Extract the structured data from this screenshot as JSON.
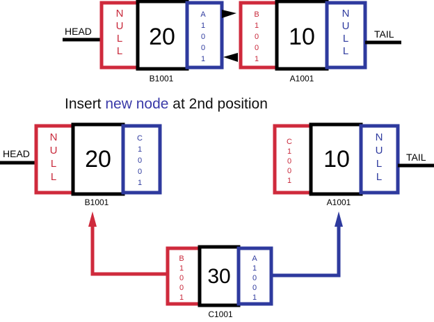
{
  "top_row": {
    "head_label": "HEAD",
    "tail_label": "TAIL",
    "node_b": {
      "prev": "NULL",
      "value": "20",
      "next": "A1001",
      "address": "B1001"
    },
    "node_a": {
      "prev": "B1001",
      "value": "10",
      "next": "NULL",
      "address": "A1001"
    }
  },
  "instruction": {
    "before": "Insert",
    "highlight": "new node",
    "after": "at 2nd position"
  },
  "bottom_row": {
    "head_label": "HEAD",
    "tail_label": "TAIL",
    "node_b": {
      "prev": "NULL",
      "value": "20",
      "next": "C1001",
      "address": "B1001"
    },
    "node_a": {
      "prev": "C1001",
      "value": "10",
      "next": "NULL",
      "address": "A1001"
    },
    "node_c": {
      "prev": "B1001",
      "value": "30",
      "next": "A1001",
      "address": "C1001"
    }
  },
  "colors": {
    "prev_red": "#cf2a3c",
    "next_blue": "#2e3a9e",
    "border_black": "#000000",
    "text_red": "#c8283a",
    "text_blue": "#2e3a9e",
    "highlight_blue": "#3a3aa8"
  }
}
